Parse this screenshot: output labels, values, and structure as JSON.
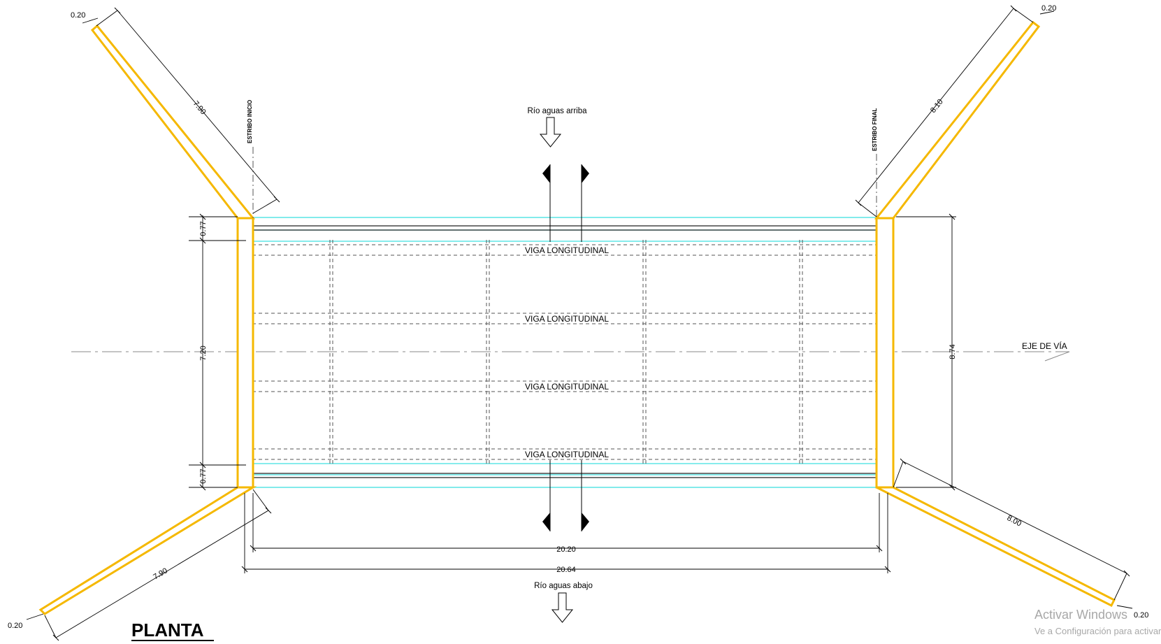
{
  "title": "PLANTA",
  "flow": {
    "upstream": "Río aguas arriba",
    "downstream": "Río aguas abajo"
  },
  "abutments": {
    "start": "ESTRIBO INICIO",
    "end": "ESTRIBO FINAL"
  },
  "axis_label": "EJE DE VÍA",
  "beam_label": "VIGA LONGITUDINAL",
  "dimensions": {
    "wing_top_left": "7.90",
    "wing_top_right": "8.10",
    "wing_bottom_left": "7.90",
    "wing_bottom_right": "8.00",
    "thickness_top_left": "0.20",
    "thickness_top_right": "0.20",
    "thickness_bottom_left": "0.20",
    "thickness_bottom_right": "0.20",
    "edge_top": "0.77",
    "edge_bottom": "0.77",
    "width_inner": "7.20",
    "width_total": "8.74",
    "span": "20.20",
    "span_total": "20.64"
  },
  "watermark": {
    "line1": "Activar Windows",
    "line2": "Ve a Configuración para activar Windows."
  },
  "colors": {
    "wall": "#f5b800",
    "slab": "#3fe0e0",
    "lines": "#000000",
    "axis": "#888888"
  }
}
